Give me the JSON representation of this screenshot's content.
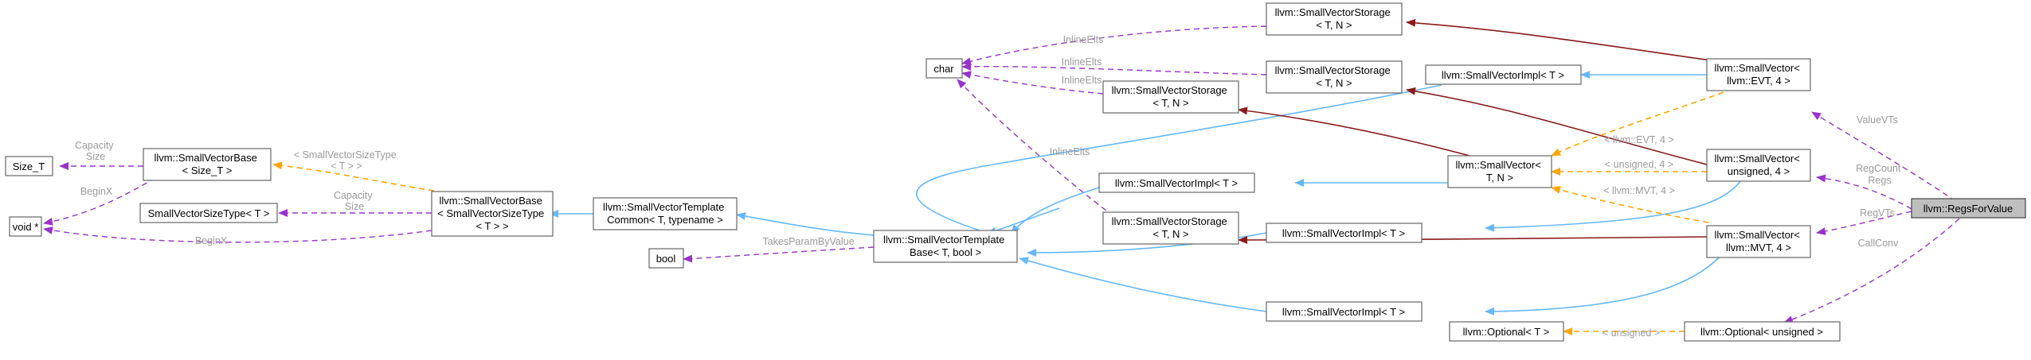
{
  "colors": {
    "inheritance": "#63b8ff",
    "usage": "#9a32cd",
    "composition": "#8b1a1a",
    "template_instance": "#ffa500",
    "label": "#9a9a9a",
    "highlight_fill": "#bfbfbf"
  },
  "nodes": {
    "size_t": [
      "Size_T"
    ],
    "void_ptr": [
      "void *"
    ],
    "svbase_sizet": [
      "llvm::SmallVectorBase",
      "< Size_T >"
    ],
    "sv_size_type": [
      "SmallVectorSizeType< T >"
    ],
    "svbase_svst": [
      "llvm::SmallVectorBase",
      "< SmallVectorSizeType",
      "< T > >"
    ],
    "tmpl_common": [
      "llvm::SmallVectorTemplate",
      "Common< T, typename >"
    ],
    "bool": [
      "bool"
    ],
    "tmpl_base": [
      "llvm::SmallVectorTemplate",
      "Base< T, bool >"
    ],
    "char": [
      "char"
    ],
    "storage_top": [
      "llvm::SmallVectorStorage",
      "< T, N >"
    ],
    "storage_2": [
      "llvm::SmallVectorStorage",
      "< T, N >"
    ],
    "storage_3": [
      "llvm::SmallVectorStorage",
      "< T, N >"
    ],
    "storage_4": [
      "llvm::SmallVectorStorage",
      "< T, N >"
    ],
    "impl_1": [
      "llvm::SmallVectorImpl< T >"
    ],
    "impl_2": [
      "llvm::SmallVectorImpl< T >"
    ],
    "impl_3": [
      "llvm::SmallVectorImpl< T >"
    ],
    "impl_4": [
      "llvm::SmallVectorImpl< T >"
    ],
    "smallvector_tn": [
      "llvm::SmallVector<",
      "T, N >"
    ],
    "sv_evt": [
      "llvm::SmallVector<",
      "llvm::EVT, 4 >"
    ],
    "sv_unsigned": [
      "llvm::SmallVector<",
      "unsigned, 4 >"
    ],
    "sv_mvt": [
      "llvm::SmallVector<",
      "llvm::MVT, 4 >"
    ],
    "optional_t": [
      "llvm::Optional< T >"
    ],
    "optional_unsigned": [
      "llvm::Optional< unsigned >"
    ],
    "regs_for_value": [
      "llvm::RegsForValue"
    ]
  },
  "edge_labels": {
    "capacity_size_1": [
      "Capacity",
      "Size"
    ],
    "beginx_1": [
      "BeginX"
    ],
    "beginx_2": [
      "BeginX"
    ],
    "smallvectorsizetype": [
      "< SmallVectorSizeType",
      "< T > >"
    ],
    "capacity_size_2": [
      "Capacity",
      "Size"
    ],
    "takes_param_by_value": [
      "TakesParamByValue"
    ],
    "inline_elts_1": [
      "InlineElts"
    ],
    "inline_elts_2": [
      "InlineElts"
    ],
    "inline_elts_3": [
      "InlineElts"
    ],
    "inline_elts_4": [
      "InlineElts"
    ],
    "llvm_evt_4": [
      "< llvm::EVT, 4 >"
    ],
    "unsigned_4": [
      "< unsigned, 4 >"
    ],
    "llvm_mvt_4": [
      "< llvm::MVT, 4 >"
    ],
    "unsigned_opt": [
      "< unsigned >"
    ],
    "value_vts": [
      "ValueVTs"
    ],
    "reg_count_regs": [
      "RegCount",
      "Regs"
    ],
    "reg_vts": [
      "RegVTs"
    ],
    "call_conv": [
      "CallConv"
    ]
  }
}
